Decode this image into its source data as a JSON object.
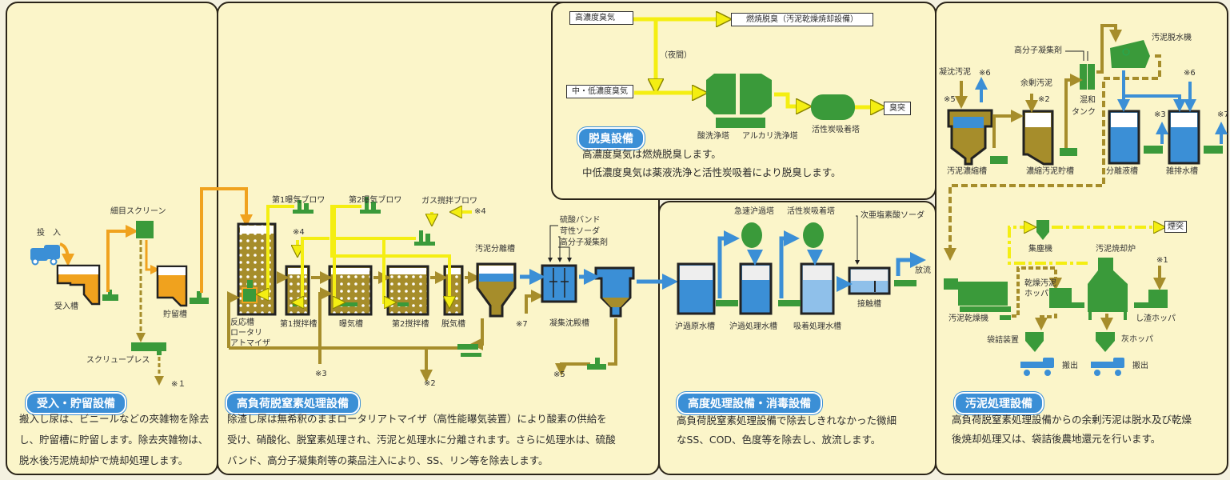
{
  "colors": {
    "panel": "#fbf5c9",
    "badge": "#3b8fd6",
    "sludge": "#a68d2b",
    "raw": "#f0a21e",
    "air": "#f4ee12",
    "water": "#3b8fd6",
    "equipment": "#3a9a3a"
  },
  "intake": {
    "title": "受入・貯留設備",
    "labels": {
      "input": "投　入",
      "fine_screen": "細目スクリーン",
      "receiving_tank": "受入槽",
      "storage_tank": "貯留槽",
      "screw_press": "スクリュープレス",
      "note1": "※１"
    },
    "description": [
      "搬入し尿は、ビニールなどの夾雑物を除去",
      "し、貯留槽に貯留します。除去夾雑物は、",
      "脱水後汚泥焼却炉で焼却処理します。"
    ]
  },
  "denitrification": {
    "title": "高負荷脱窒素処理設備",
    "labels": {
      "blower1": "第1曝気ブロワ",
      "blower2": "第2曝気ブロワ",
      "gas_blower": "ガス撹拌ブロワ",
      "note4a": "※4",
      "note4b": "※4",
      "alum": "硫酸バンド",
      "caustic": "苛性ソーダ",
      "polymer": "高分子凝集剤",
      "separation_tank": "汚泥分離槽",
      "reaction_tank": "反応槽",
      "rotary1": "ロータリ",
      "rotary2": "アトマイザ",
      "mix1": "第1撹拌槽",
      "aeration": "曝気槽",
      "mix2": "第2撹拌槽",
      "degas": "脱気槽",
      "coag_settle": "凝集沈殿槽",
      "note7": "※7",
      "note3": "※3",
      "note2": "※2",
      "note5": "※5"
    },
    "description": [
      "除渣し尿は無希釈のままロータリアトマイザ（高性能曝気装置）により酸素の供給を",
      "受け、硝酸化、脱窒素処理され、汚泥と処理水に分離されます。さらに処理水は、硫酸",
      "バンド、高分子凝集剤等の薬品注入により、SS、リン等を除去します。"
    ]
  },
  "deodorization": {
    "title": "脱臭設備",
    "labels": {
      "high_odor": "高濃度臭気",
      "combustion": "燃焼脱臭（汚泥乾燥焼却設備）",
      "night": "（夜間）",
      "mid_low_odor": "中・低濃度臭気",
      "acid_wash": "酸洗浄塔",
      "alkali_wash": "アルカリ洗浄塔",
      "carbon": "活性炭吸着塔",
      "stack": "臭突"
    },
    "description": [
      "高濃度臭気は燃焼脱臭します。",
      "中低濃度臭気は薬液洗浄と活性炭吸着により脱臭します。"
    ]
  },
  "advanced": {
    "title": "高度処理設備・消毒設備",
    "labels": {
      "rapid_filter": "急速沪過塔",
      "carbon_tower": "活性炭吸着塔",
      "hypochlorite": "次亜塩素酸ソーダ",
      "discharge": "放流",
      "raw_tank": "沪過原水槽",
      "filtered_tank": "沪過処理水槽",
      "adsorbed_tank": "吸着処理水槽",
      "contact_tank": "接触槽"
    },
    "description": [
      "高負荷脱窒素処理設備で除去しきれなかった微細",
      "なSS、COD、色度等を除去し、放流します。"
    ]
  },
  "sludge": {
    "title": "汚泥処理設備",
    "labels": {
      "dewaterer": "汚泥脱水機",
      "polymer": "高分子凝集剤",
      "settled_sludge": "凝沈汚泥",
      "note6a": "※6",
      "excess_sludge": "余剰汚泥",
      "note5": "※5",
      "note2": "※2",
      "mix1": "混和",
      "mix2": "タンク",
      "note6b": "※6",
      "note3": "※3",
      "note7": "※7",
      "thickener": "汚泥濃縮槽",
      "thick_storage": "濃縮汚泥貯槽",
      "separated_tank": "分離液槽",
      "drain_tank": "雑排水槽",
      "chimney": "煙突",
      "dust": "集塵機",
      "incinerator": "汚泥焼却炉",
      "note1": "※1",
      "dry_hopper1": "乾燥汚泥",
      "dry_hopper2": "ホッパ",
      "dryer": "汚泥乾燥機",
      "screen_hopper": "し渣ホッパ",
      "bagging": "袋詰装置",
      "ash_hopper": "灰ホッパ",
      "out1": "搬出",
      "out2": "搬出"
    },
    "description": [
      "高負荷脱窒素処理設備からの余剰汚泥は脱水及び乾燥",
      "後焼却処理又は、袋詰後農地還元を行います。"
    ]
  }
}
